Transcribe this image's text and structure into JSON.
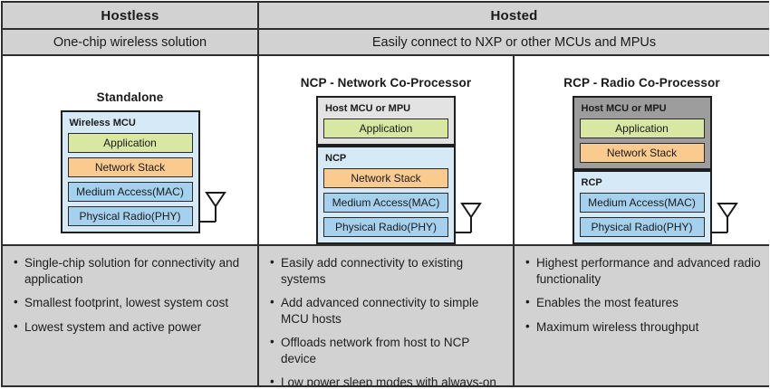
{
  "colors": {
    "line": "#2e2e2e",
    "header-bg": "#d2d2d2",
    "chip-blue": "#d5e9f7",
    "chip-gray-light": "#e3e3e3",
    "chip-gray-dark": "#9d9d9d",
    "layer-green": "#d8e7a2",
    "layer-orange": "#fbca8e",
    "layer-blue": "#a5d1ee",
    "text": "#1a1a1a"
  },
  "header": {
    "hostless": "Hostless",
    "hosted": "Hosted",
    "hostless_sub": "One-chip wireless solution",
    "hosted_sub": "Easily connect to NXP or other MCUs and MPUs"
  },
  "diagrams": {
    "standalone": {
      "title": "Standalone",
      "chips": [
        {
          "name": "Wireless MCU",
          "layers": [
            "Application",
            "Network Stack",
            "Medium Access(MAC)",
            "Physical Radio(PHY)"
          ]
        }
      ]
    },
    "ncp": {
      "title": "NCP - Network Co-Processor",
      "chips": [
        {
          "name": "Host MCU or MPU",
          "layers": [
            "Application"
          ]
        },
        {
          "name": "NCP",
          "layers": [
            "Network Stack",
            "Medium Access(MAC)",
            "Physical Radio(PHY)"
          ]
        }
      ]
    },
    "rcp": {
      "title": "RCP - Radio Co-Processor",
      "chips": [
        {
          "name": "Host MCU or MPU",
          "layers": [
            "Application",
            "Network Stack"
          ]
        },
        {
          "name": "RCP",
          "layers": [
            "Medium Access(MAC)",
            "Physical Radio(PHY)"
          ]
        }
      ]
    }
  },
  "bullets": {
    "standalone": [
      "Single-chip solution for connectivity and application",
      "Smallest footprint, lowest system cost",
      "Lowest system and active power"
    ],
    "ncp": [
      "Easily add connectivity to existing systems",
      "Add advanced connectivity to simple MCU hosts",
      "Offloads network from host to NCP device",
      "Low power sleep modes with always-on radio"
    ],
    "rcp": [
      "Highest performance and advanced radio functionality",
      "Enables the most features",
      "Maximum wireless throughput"
    ]
  }
}
